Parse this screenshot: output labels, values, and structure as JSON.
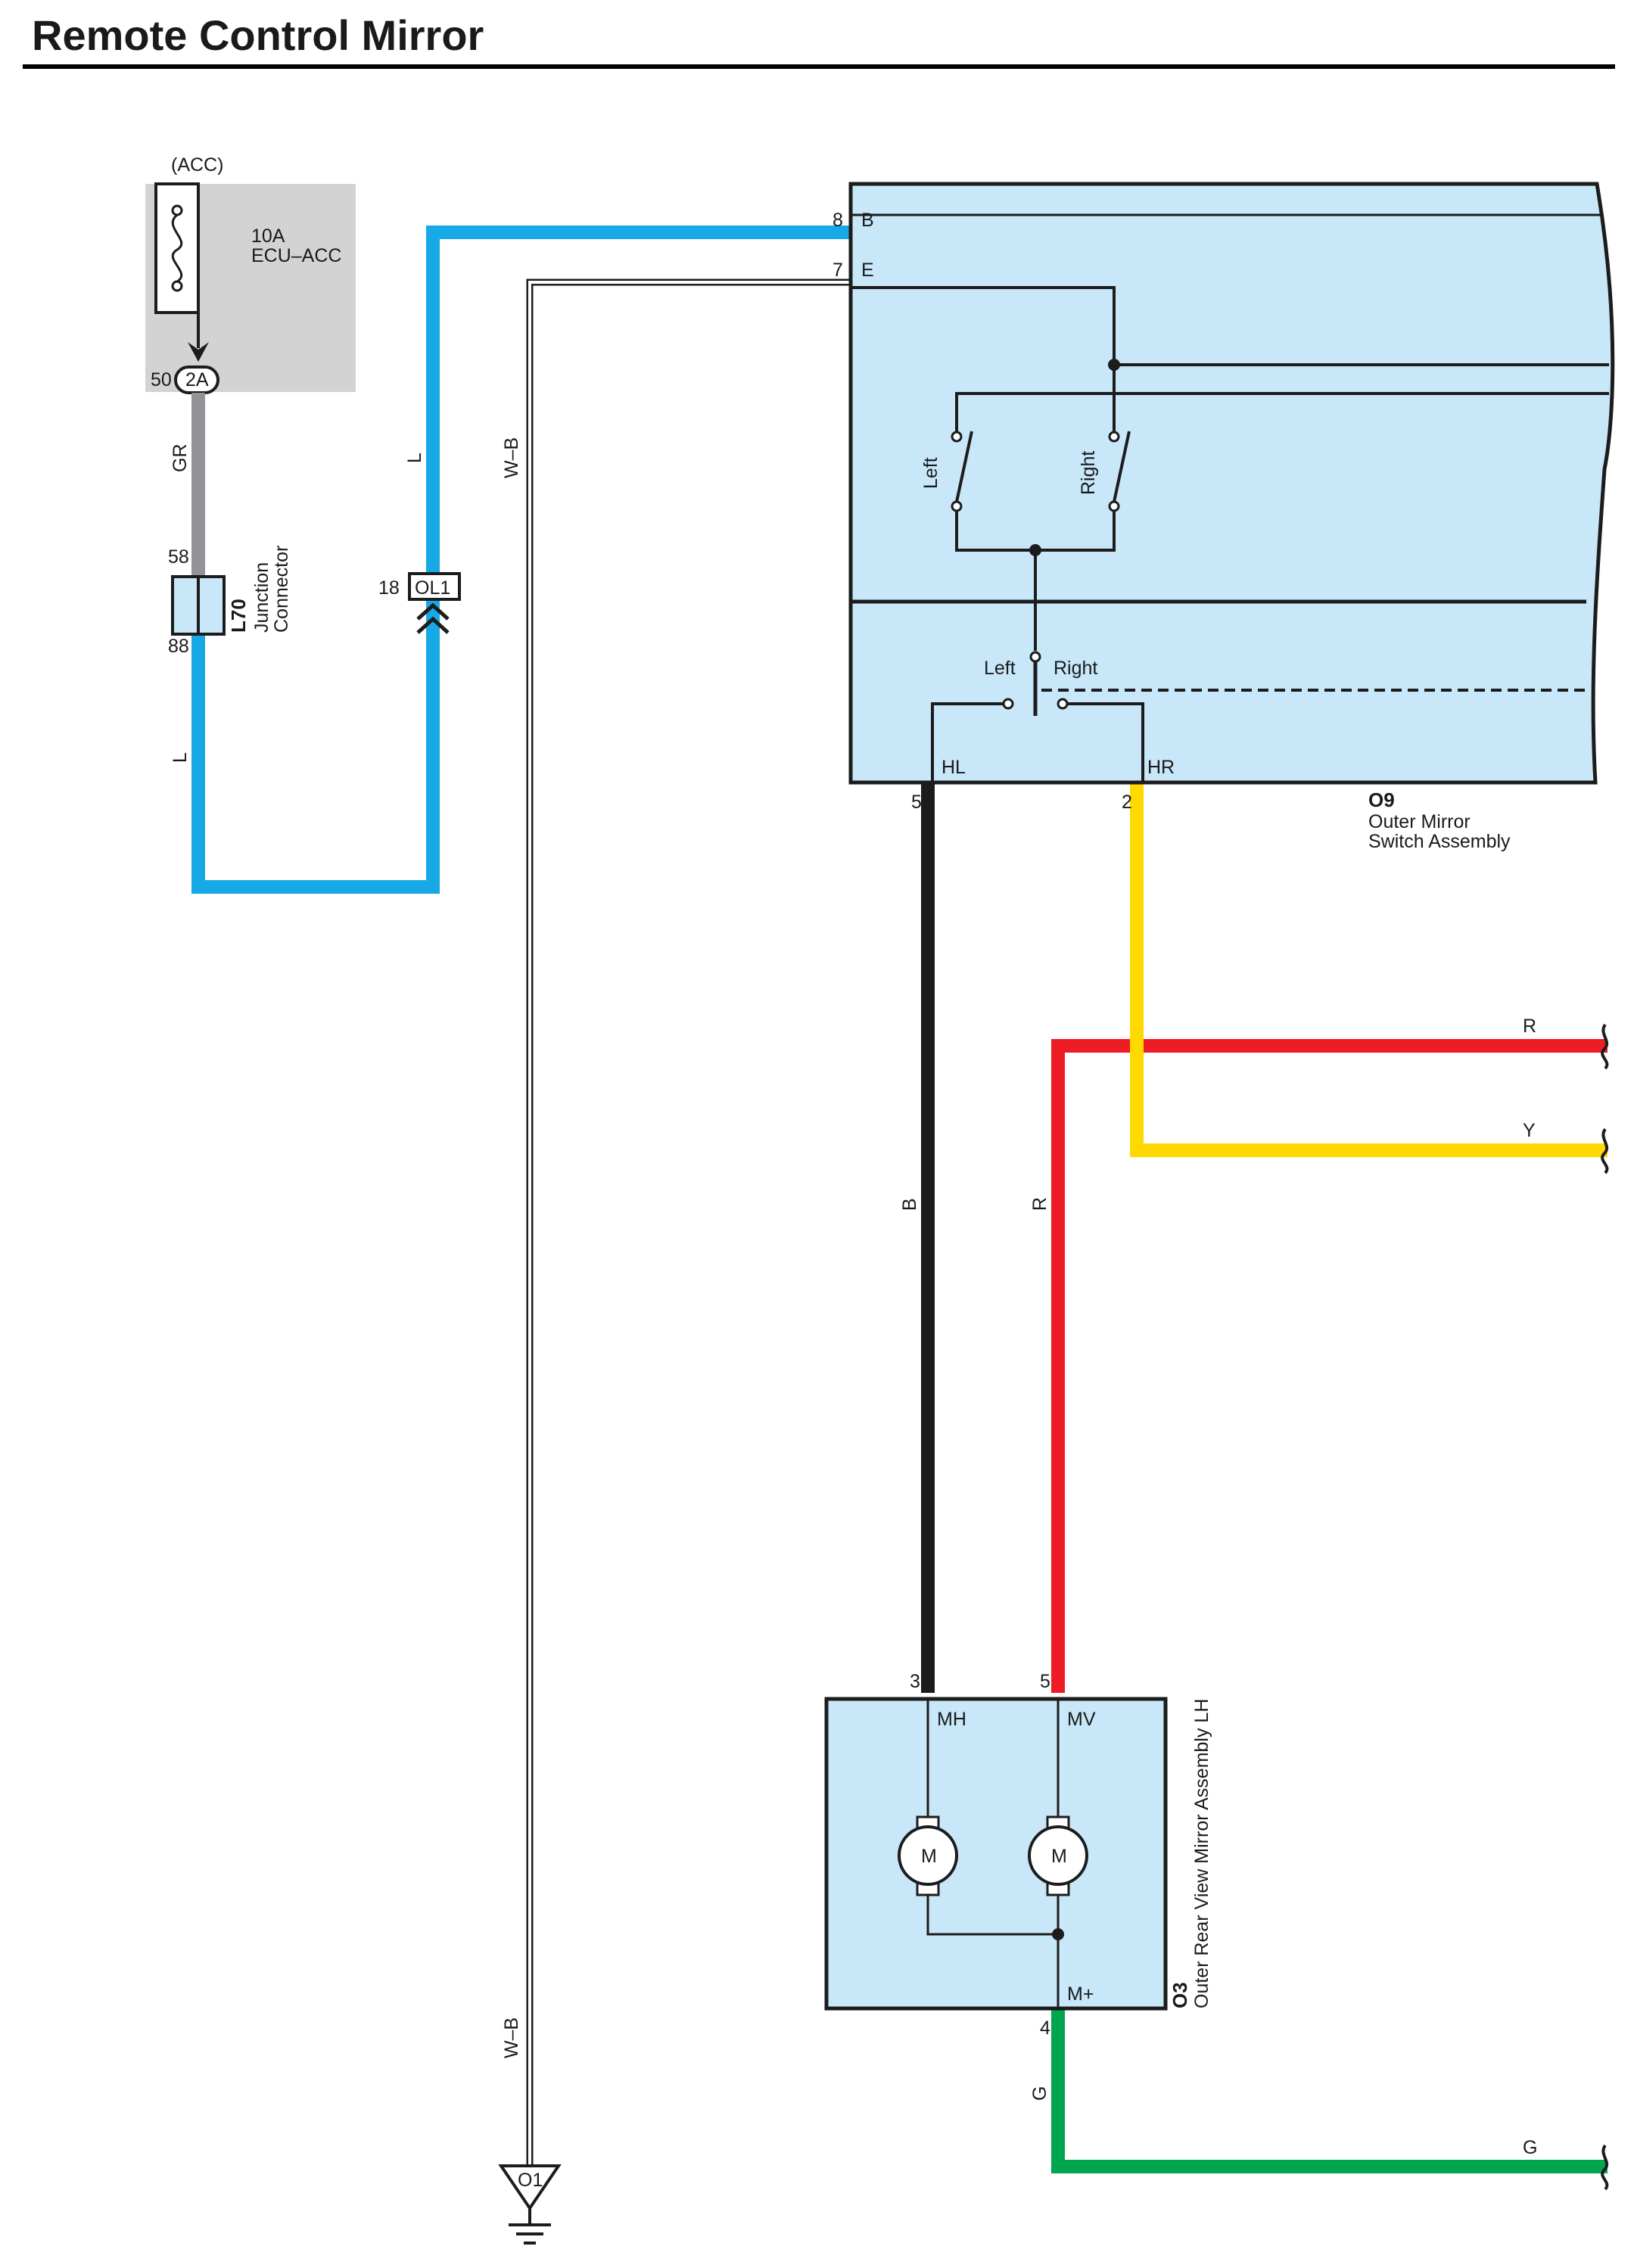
{
  "title": "Remote Control Mirror",
  "fuse": {
    "power_source": "(ACC)",
    "rating": "10A",
    "name": "ECU–ACC",
    "pin": "50",
    "connector": "2A"
  },
  "junction": {
    "id": "L70",
    "name_line1": "Junction",
    "name_line2": "Connector",
    "pin_in": "58",
    "pin_out": "88"
  },
  "inline_connector": {
    "pin": "18",
    "id": "OL1"
  },
  "switch": {
    "id": "O9",
    "name_line1": "Outer Mirror",
    "name_line2": "Switch Assembly",
    "terminals": {
      "b": "B",
      "b_pin": "8",
      "e": "E",
      "e_pin": "7",
      "hl": "HL",
      "hl_pin": "5",
      "hr": "HR",
      "hr_pin": "2"
    },
    "select_left": "Left",
    "select_right": "Right",
    "adjust_left": "Left",
    "adjust_right": "Right"
  },
  "mirror": {
    "id": "O3",
    "name": "Outer Rear View Mirror Assembly LH",
    "terminals": {
      "mh": "MH",
      "mh_pin": "3",
      "mv": "MV",
      "mv_pin": "5",
      "mplus": "M+",
      "mplus_pin": "4"
    },
    "motor1": "M",
    "motor2": "M"
  },
  "ground": {
    "id": "O1"
  },
  "wire_labels": {
    "gr": "GR",
    "l_left": "L",
    "l_mid": "L",
    "wb_top": "W–B",
    "wb_bottom": "W–B",
    "b": "B",
    "r_vertical": "R",
    "r_right": "R",
    "y_right": "Y",
    "g_vertical": "G",
    "g_right": "G"
  },
  "colors": {
    "L": "#17a9e6",
    "GR": "#929497",
    "B": "#1c1c1c",
    "R": "#ee1c25",
    "Y": "#ffd900",
    "G": "#00a54f",
    "W-B": "#1c1c1c",
    "component_fill": "#c8e7f8",
    "fuse_bg": "#d3d3d4"
  }
}
